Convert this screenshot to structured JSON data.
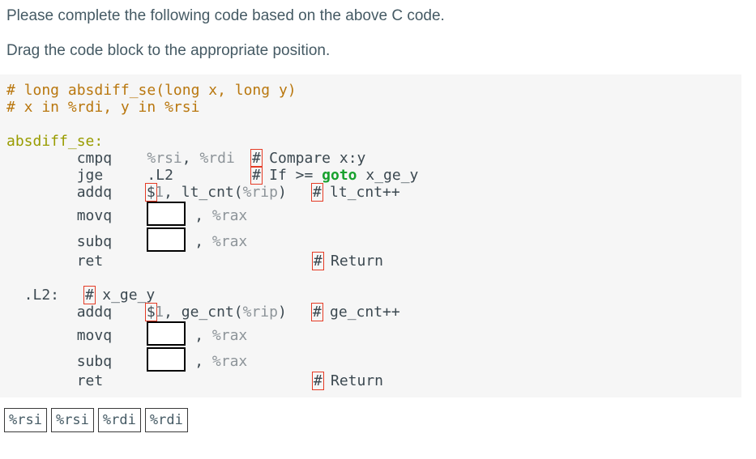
{
  "instructions": {
    "line1": "Please complete the following code based on the above C code.",
    "line2": "Drag the code block to the appropriate position."
  },
  "colors": {
    "code_background": "#f6f6f6",
    "comment_orange": "#b9770e",
    "label_olive": "#999c00",
    "keyword_green": "#18a12e",
    "code_dark": "#3b4850",
    "register_gray": "#8d9499",
    "red_token_border": "#e53b25",
    "heading_text": "#455a64"
  },
  "code": {
    "lines": [
      [
        {
          "t": "# long absdiff_se(long x, long y)",
          "c": "orange"
        }
      ],
      [
        {
          "t": "# x in %rdi, y in %rsi",
          "c": "orange"
        }
      ],
      [],
      [
        {
          "t": "absdiff_se:",
          "c": "olive"
        }
      ],
      [
        {
          "t": "        cmpq    "
        },
        {
          "t": "%rsi",
          "c": "reg"
        },
        {
          "t": ", "
        },
        {
          "t": "%rdi",
          "c": "reg"
        },
        {
          "t": "  "
        },
        {
          "t": "#",
          "c": "redbox"
        },
        {
          "t": " Compare x:y"
        }
      ],
      [
        {
          "t": "        jge     "
        },
        {
          "t": ".L2"
        },
        {
          "t": "         "
        },
        {
          "t": "#",
          "c": "redbox"
        },
        {
          "t": " If >= "
        },
        {
          "t": "goto",
          "c": "goto"
        },
        {
          "t": " x_ge_y"
        }
      ],
      [
        {
          "t": "        addq    "
        },
        {
          "t": "$",
          "c": "redbox"
        },
        {
          "t": "1",
          "c": "reg"
        },
        {
          "t": ", lt_cnt("
        },
        {
          "t": "%rip",
          "c": "reg"
        },
        {
          "t": ")   "
        },
        {
          "t": "#",
          "c": "redbox"
        },
        {
          "t": " lt_cnt++"
        }
      ],
      [
        {
          "t": "        movq    "
        },
        {
          "box": true
        },
        {
          "t": " , "
        },
        {
          "t": "%rax",
          "c": "reg"
        }
      ],
      [
        {
          "t": "        subq    "
        },
        {
          "box": true
        },
        {
          "t": " , "
        },
        {
          "t": "%rax",
          "c": "reg"
        }
      ],
      [
        {
          "t": "        ret"
        },
        {
          "t": "                        "
        },
        {
          "t": "#",
          "c": "redbox"
        },
        {
          "t": " Return"
        }
      ],
      [],
      [
        {
          "t": "  .L2:   "
        },
        {
          "t": "#",
          "c": "redbox"
        },
        {
          "t": " x_ge_y"
        }
      ],
      [
        {
          "t": "        addq    "
        },
        {
          "t": "$",
          "c": "redbox"
        },
        {
          "t": "1",
          "c": "reg"
        },
        {
          "t": ", ge_cnt("
        },
        {
          "t": "%rip",
          "c": "reg"
        },
        {
          "t": ")   "
        },
        {
          "t": "#",
          "c": "redbox"
        },
        {
          "t": " ge_cnt++"
        }
      ],
      [
        {
          "t": "        movq    "
        },
        {
          "box": true
        },
        {
          "t": " , "
        },
        {
          "t": "%rax",
          "c": "reg"
        }
      ],
      [
        {
          "t": "        subq    "
        },
        {
          "box": true
        },
        {
          "t": " , "
        },
        {
          "t": "%rax",
          "c": "reg"
        }
      ],
      [
        {
          "t": "        ret"
        },
        {
          "t": "                        "
        },
        {
          "t": "#",
          "c": "redbox"
        },
        {
          "t": " Return"
        }
      ]
    ]
  },
  "tray": {
    "blocks": [
      {
        "label": "%rsi"
      },
      {
        "label": "%rsi"
      },
      {
        "label": "%rdi"
      },
      {
        "label": "%rdi"
      }
    ]
  }
}
